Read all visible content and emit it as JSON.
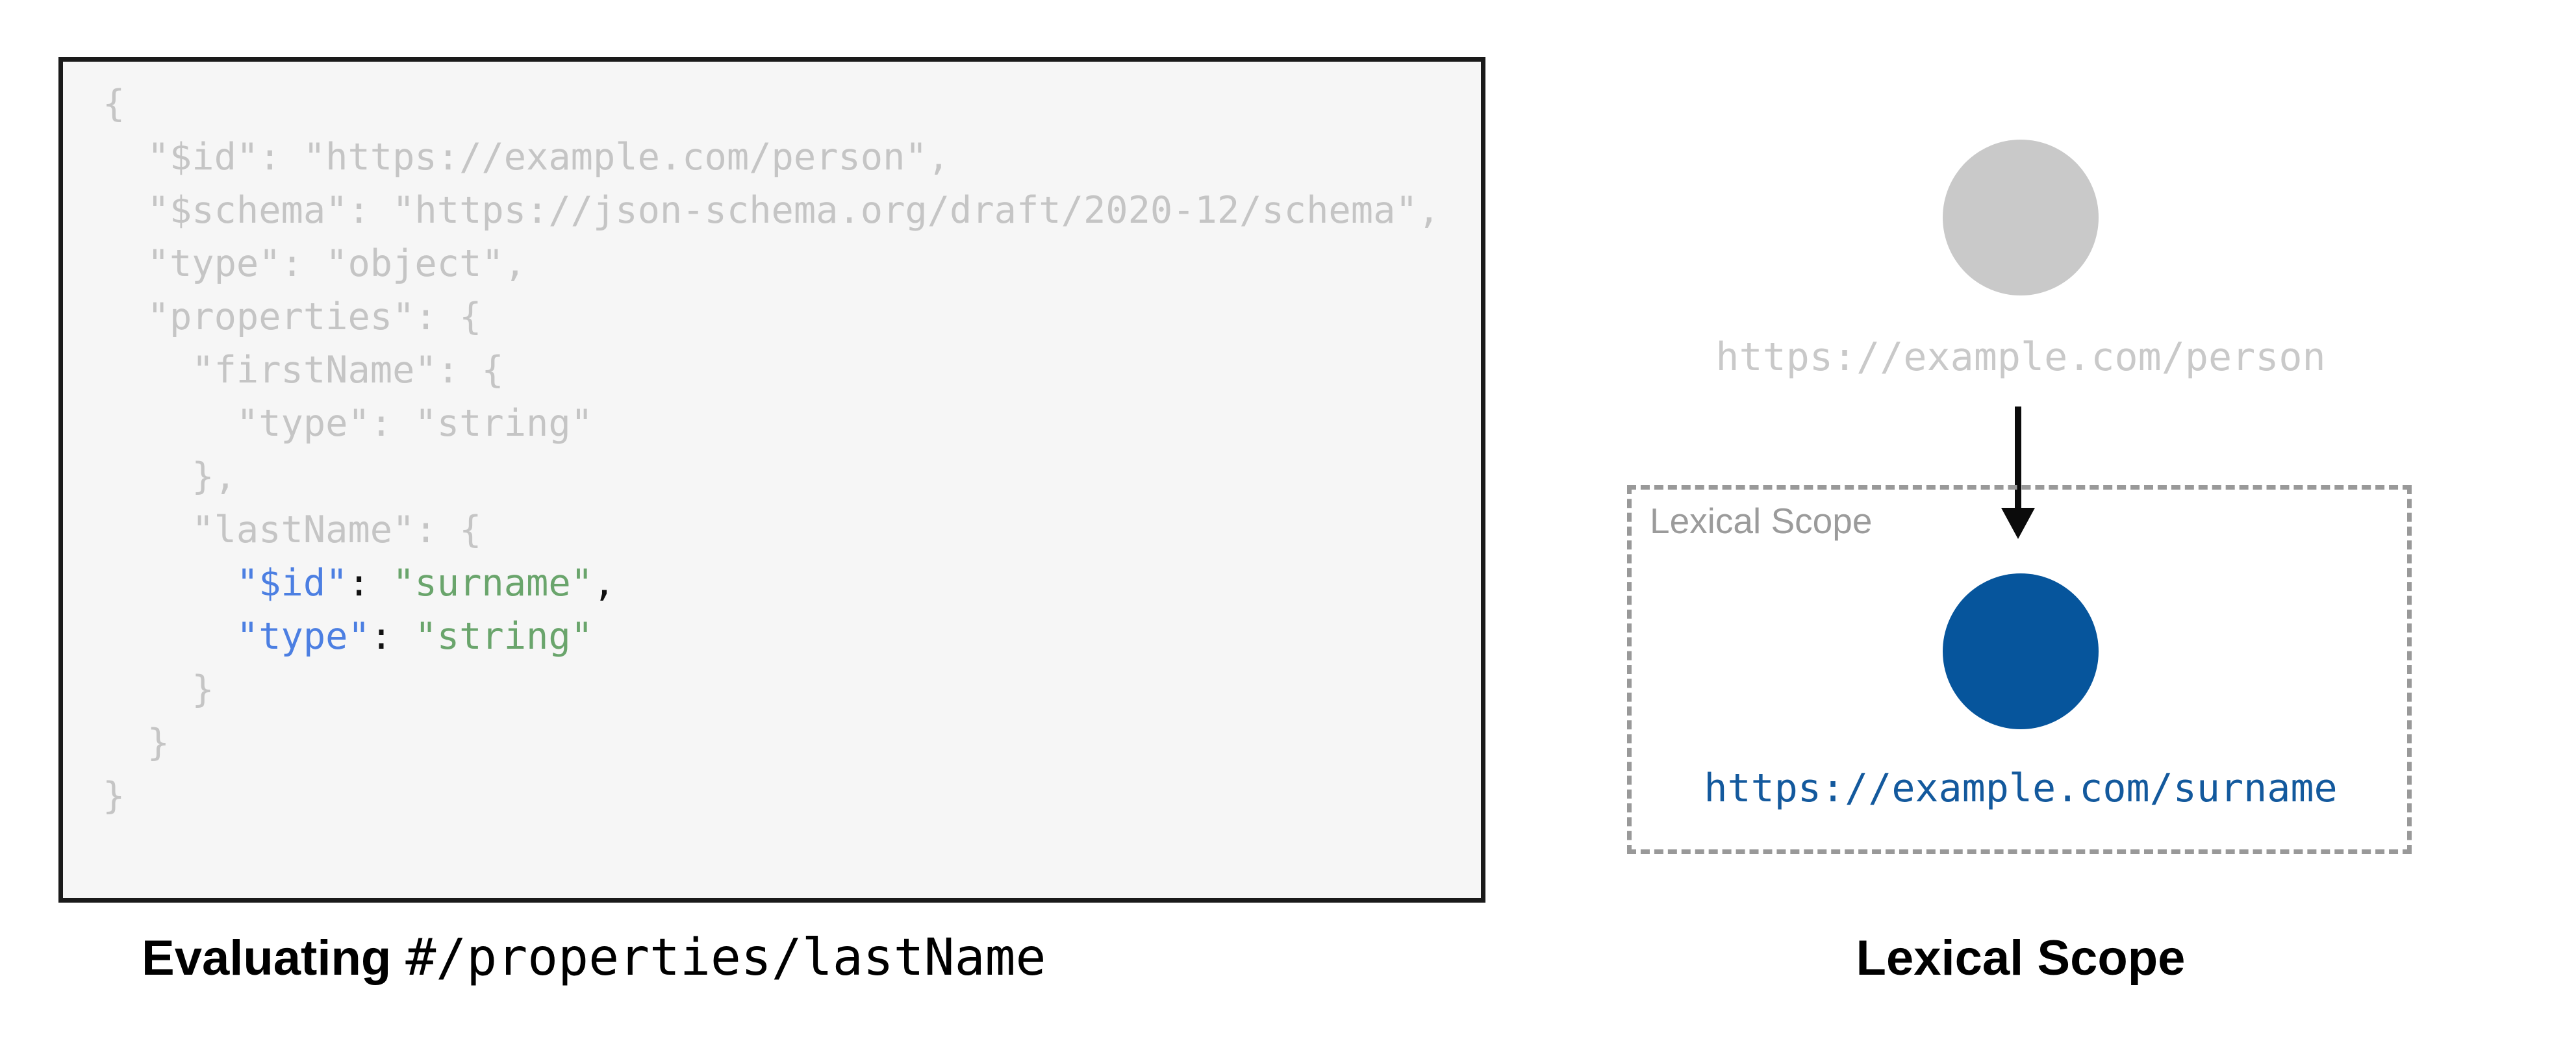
{
  "colors": {
    "box_fill": "#f6f6f6",
    "box_border": "#1a1a1a",
    "code_gray": "#c5c5c5",
    "key_blue": "#4c7fe2",
    "value_green": "#6aa56c",
    "punct_black": "#111111",
    "node_gray": "#c9c9c9",
    "node_blue": "#06559c",
    "url_blue": "#13599d",
    "dash_gray": "#999999",
    "scope_label_gray": "#9b9b9b"
  },
  "code_panel": {
    "lines": [
      [
        {
          "t": "{",
          "c": "gray"
        }
      ],
      [
        {
          "t": "  \"$id\": \"https://example.com/person\",",
          "c": "gray"
        }
      ],
      [
        {
          "t": "  \"$schema\": \"https://json-schema.org/draft/2020-12/schema\",",
          "c": "gray"
        }
      ],
      [
        {
          "t": "  \"type\": \"object\",",
          "c": "gray"
        }
      ],
      [
        {
          "t": "  \"properties\": {",
          "c": "gray"
        }
      ],
      [
        {
          "t": "    \"firstName\": {",
          "c": "gray"
        }
      ],
      [
        {
          "t": "      \"type\": \"string\"",
          "c": "gray"
        }
      ],
      [
        {
          "t": "    },",
          "c": "gray"
        }
      ],
      [
        {
          "t": "    \"lastName\": {",
          "c": "gray"
        }
      ],
      [
        {
          "t": "      ",
          "c": "gray"
        },
        {
          "t": "\"$id\"",
          "c": "blue"
        },
        {
          "t": ": ",
          "c": "punct"
        },
        {
          "t": "\"surname\"",
          "c": "green"
        },
        {
          "t": ",",
          "c": "punct"
        }
      ],
      [
        {
          "t": "      ",
          "c": "gray"
        },
        {
          "t": "\"type\"",
          "c": "blue"
        },
        {
          "t": ": ",
          "c": "punct"
        },
        {
          "t": "\"string\"",
          "c": "green"
        }
      ],
      [
        {
          "t": "    }",
          "c": "gray"
        }
      ],
      [
        {
          "t": "  }",
          "c": "gray"
        }
      ],
      [
        {
          "t": "}",
          "c": "gray"
        }
      ]
    ]
  },
  "caption_left": {
    "bold": "Evaluating",
    "pointer": "#/properties/lastName"
  },
  "caption_right": "Lexical Scope",
  "diagram": {
    "person_uri": "https://example.com/person",
    "scope_label": "Lexical Scope",
    "surname_uri": "https://example.com/surname"
  }
}
